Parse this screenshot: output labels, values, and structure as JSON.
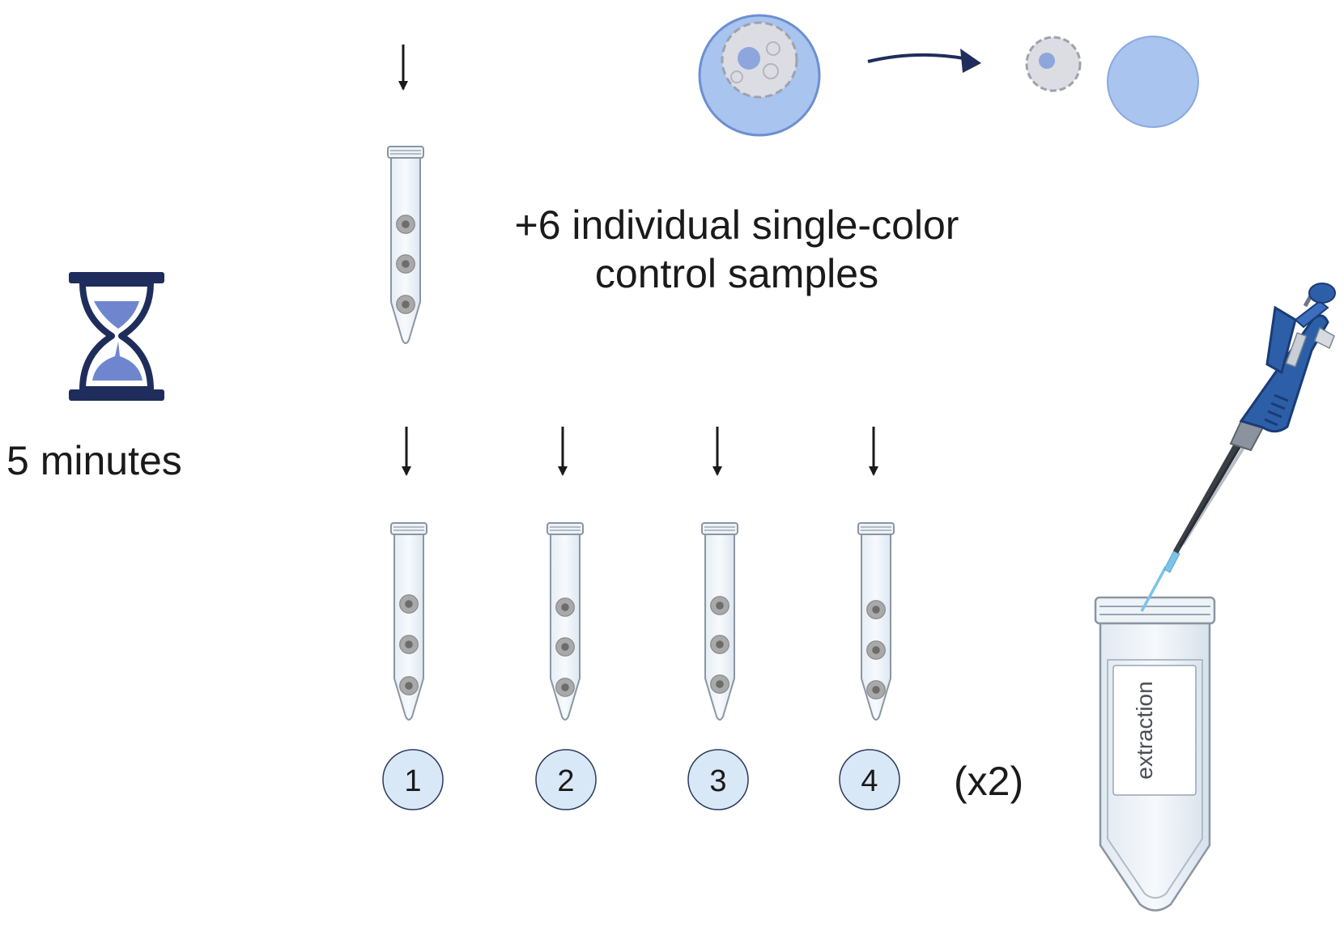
{
  "timer": {
    "label": "5 minutes",
    "icon": "hourglass-icon"
  },
  "controls_note": {
    "line1": "+6 individual single-color",
    "line2": "control samples"
  },
  "tubes": [
    {
      "number": "1"
    },
    {
      "number": "2"
    },
    {
      "number": "3"
    },
    {
      "number": "4"
    }
  ],
  "repeat_label": "(x2)",
  "extraction_tube": {
    "label": "extraction"
  },
  "colors": {
    "navy": "#1f2d5c",
    "accent_blue": "#6f86cf",
    "light_blue": "#a8c4ef",
    "badge_fill": "#d9e8f7",
    "pipette_blue": "#2d5fa8"
  }
}
